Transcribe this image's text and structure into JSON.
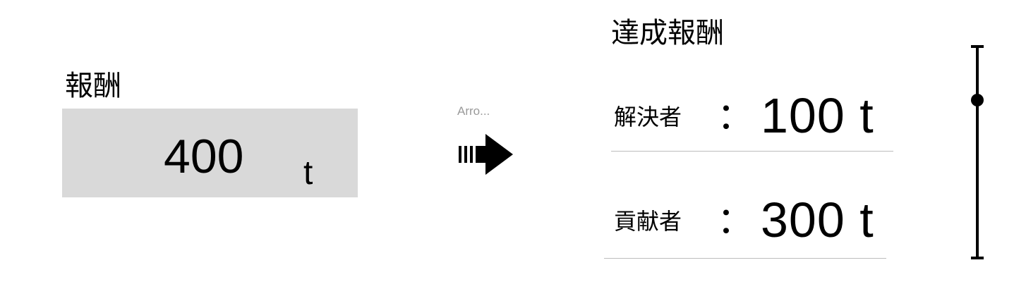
{
  "reward": {
    "label": "報酬",
    "value": "400",
    "unit": "t"
  },
  "arrow": {
    "caption": "Arro...",
    "icon": "arrow-right-icon"
  },
  "achieved": {
    "title": "達成報酬",
    "rows": [
      {
        "label": "解決者",
        "colon": "：",
        "value": "100 t"
      },
      {
        "label": "貢献者",
        "colon": "：",
        "value": "300 t"
      }
    ]
  },
  "slider": {
    "icon": "vertical-slider",
    "position": 0.25
  }
}
